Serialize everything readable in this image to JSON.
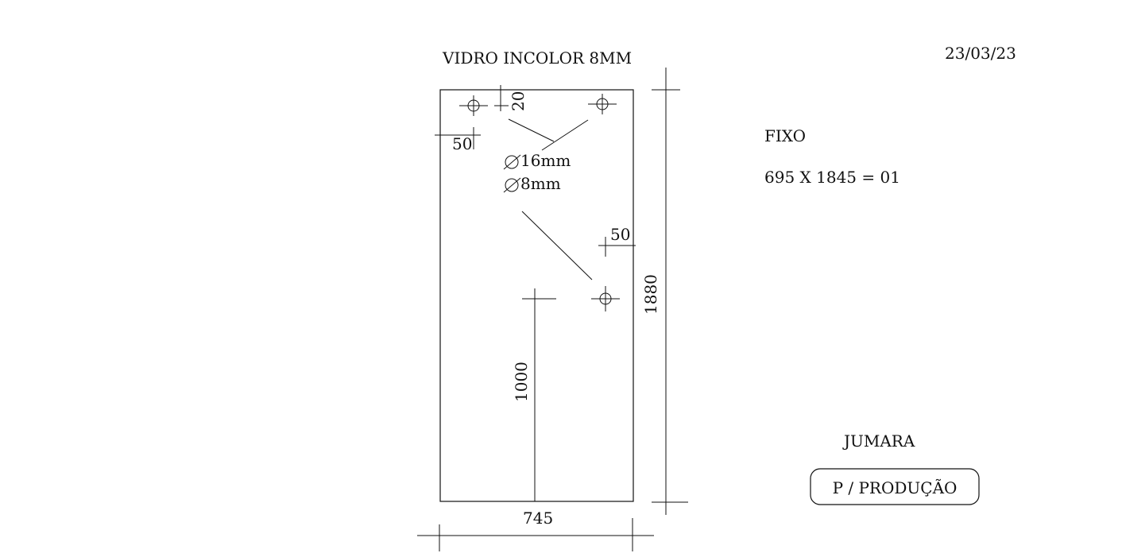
{
  "header": {
    "title": "VIDRO INCOLOR  8MM",
    "date": "23/03/23"
  },
  "info": {
    "type": "FIXO",
    "dimensions": "695 X 1845 = 01"
  },
  "client": {
    "name": "JUMARA",
    "stamp": "P / PRODUÇÃO"
  },
  "drawing": {
    "dim_top_offset": "20",
    "dim_left_offset": "50",
    "dim_right_offset": "50",
    "hole_diam_large": "16mm",
    "hole_diam_small": "8mm",
    "dim_height": "1880",
    "dim_width": "745",
    "dim_hole_height": "1000"
  }
}
